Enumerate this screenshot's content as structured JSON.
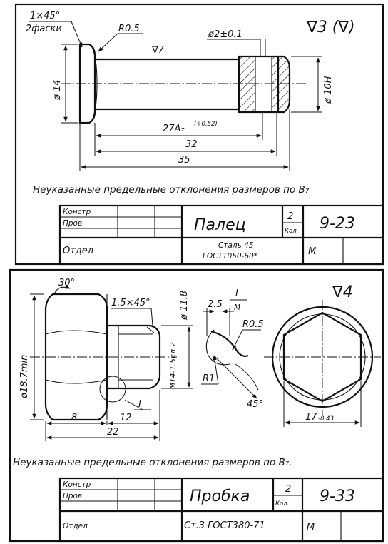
{
  "drawing1": {
    "chamfer": "1×45°",
    "chamfer_note": "2фаски",
    "radius": "R0.5",
    "roughness_mark": "∇7",
    "dia_tol": "ø2±0.1",
    "corner_roughness": "∇3 (∇)",
    "dia_head": "ø 14",
    "dia_end": "ø 10Н",
    "len_fit": "27A₇",
    "len_fit_tol": "(+0.52)",
    "len_32": "32",
    "len_35": "35",
    "note": "Неуказанные предельные отклонения размеров по В₇",
    "tb": {
      "row1": "Констр",
      "row2": "Пров.",
      "row3": "Отдел",
      "name": "Палец",
      "qty": "2",
      "qty_label": "Кол.",
      "number": "9-23",
      "material1": "Сталь 45",
      "material2": "ГОСТ1050-60*",
      "mark": "М"
    }
  },
  "drawing2": {
    "angle": "30°",
    "chamfer": "1.5×45°",
    "dia_thread_relief": "ø 11.8",
    "dia_min": "ø18.7min",
    "thread": "M14-1.5кл.2",
    "detail_callout": "I",
    "len_8": "8",
    "len_12": "12",
    "len_22": "22",
    "detail_dim": "2.5",
    "detail_label": "I",
    "detail_scale": "М",
    "detail_radius": "R0.5",
    "detail_r1": "R1",
    "detail_angle": "45°",
    "roughness_mark": "∇4",
    "across_flats": "17",
    "across_flats_tol": "-0.43",
    "note": "Неуказанные предельные отклонения размеров по В₇.",
    "tb": {
      "row1": "Констр",
      "row2": "Пров.",
      "row3": "Отдел",
      "name": "Пробка",
      "qty": "2",
      "qty_label": "Кол.",
      "number": "9-33",
      "material": "Ст.3 ГОСТ380-71",
      "mark": "М"
    }
  }
}
